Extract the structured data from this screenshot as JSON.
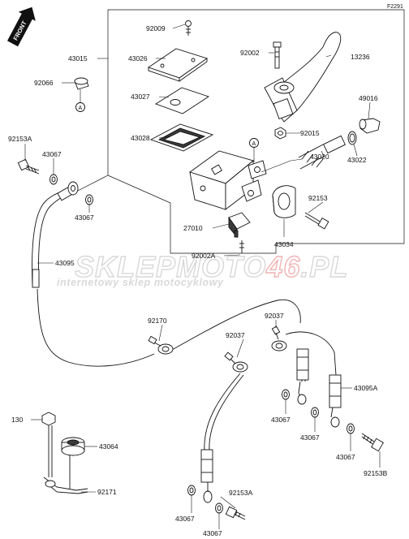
{
  "diagram_code": "F2291",
  "front_label": "FRONT",
  "ref_marker": "A",
  "watermark": {
    "brand_main": "SKLEPMOTO",
    "brand_red": "46",
    "brand_tld": ".PL",
    "tagline": "internetowy sklep motocyklowy"
  },
  "part_numbers": {
    "p92009": "92009",
    "p43015": "43015",
    "p43026": "43026",
    "p92066": "92066",
    "p43027": "43027",
    "p43028": "43028",
    "p92002_top": "92002",
    "p13236": "13236",
    "p49016": "49016",
    "p92015": "92015",
    "p43022": "43022",
    "p43020": "43020",
    "p92153A_top": "92153A",
    "p43067_a": "43067",
    "p43067_b": "43067",
    "p92153": "92153",
    "p27010": "27010",
    "p43034": "43034",
    "p92002A": "92002A",
    "p43095": "43095",
    "p92170": "92170",
    "p92037_a": "92037",
    "p92037_b": "92037",
    "p43095A": "43095A",
    "p43067_c": "43067",
    "p43067_d": "43067",
    "p43067_e": "43067",
    "p92153B": "92153B",
    "p130": "130",
    "p43064": "43064",
    "p92171": "92171",
    "p43067_f": "43067",
    "p92153A_bot": "92153A",
    "p43067_g": "43067"
  }
}
